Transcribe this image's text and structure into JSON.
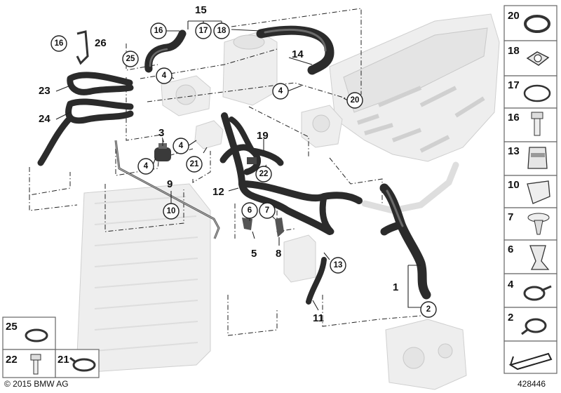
{
  "callouts": {
    "c1": "1",
    "c2": "2",
    "c3": "3",
    "c4a": "4",
    "c4b": "4",
    "c4c": "4",
    "c4d": "4",
    "c5": "5",
    "c6": "6",
    "c7": "7",
    "c8": "8",
    "c9": "9",
    "c10": "10",
    "c11": "11",
    "c12": "12",
    "c13": "13",
    "c14": "14",
    "c15": "15",
    "c16a": "16",
    "c16b": "16",
    "c17": "17",
    "c18": "18",
    "c19": "19",
    "c20": "20",
    "c21": "21",
    "c22": "22",
    "c23": "23",
    "c24": "24",
    "c25": "25",
    "c26": "26"
  },
  "parts_panel": {
    "right": [
      "20",
      "18",
      "17",
      "16",
      "13",
      "10",
      "7",
      "6",
      "4",
      "2"
    ],
    "left": {
      "p25": "25",
      "p22": "22",
      "p21": "21"
    }
  },
  "footer": {
    "copyright": "© 2015 BMW AG",
    "diagram_id": "428446"
  }
}
